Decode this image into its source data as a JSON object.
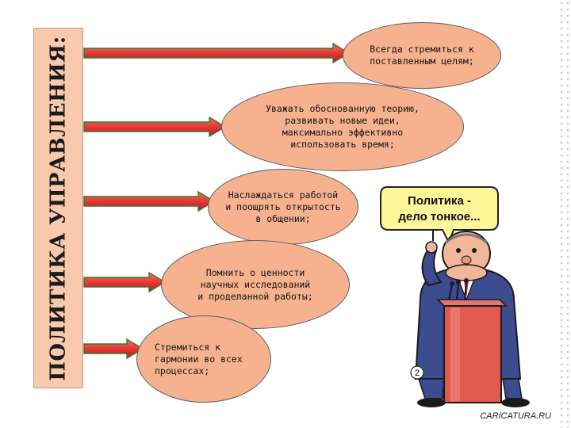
{
  "title": "ПОЛИТИКА УПРАВЛЕНИЯ:",
  "items": [
    "Всегда стремиться к поставленным целям;",
    "Уважать обоснованную теорию, развивать новые идеи, максимально эффективно использовать время;",
    "Наслаждаться работой и поощрять открытость в общении;",
    "Помнить о ценности научных исследований и проделанной работы;",
    "Стремиться к гармонии во всех процессах;"
  ],
  "cartoon": {
    "speech": "Политика - дело тонкое...",
    "signature": "CARICATURA.RU",
    "badge": "2"
  },
  "colors": {
    "panel": "#f9c9ae",
    "oval": "#f6b28f",
    "arrow_fill": "#e53935",
    "arrow_stroke": "#2e7d32"
  }
}
